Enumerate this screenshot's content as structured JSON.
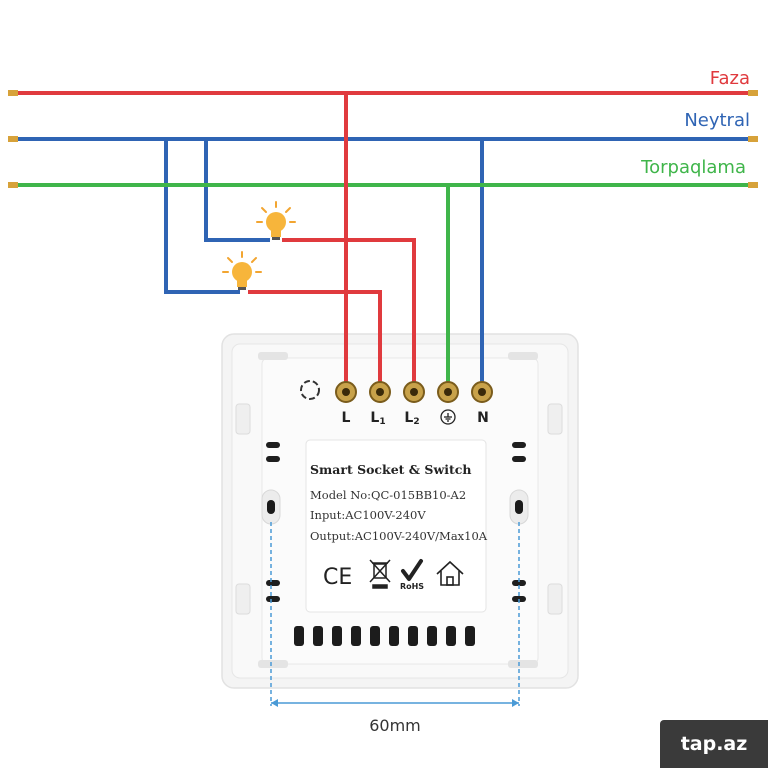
{
  "lines": {
    "phase": {
      "label": "Faza",
      "color": "#e03a3e"
    },
    "neutral": {
      "label": "Neytral",
      "color": "#2f64b4"
    },
    "ground": {
      "label": "Torpaqlama",
      "color": "#3fb54a"
    }
  },
  "terminals": {
    "l": "L",
    "l1": "L",
    "l1_sub": "1",
    "l2": "L",
    "l2_sub": "2",
    "n": "N"
  },
  "device": {
    "title": "Smart Socket & Switch",
    "model": "Model No:QC-015BB10-A2",
    "input": "Input:AC100V-240V",
    "output": "Output:AC100V-240V/Max10A",
    "marks": [
      "CE",
      "RoHS"
    ]
  },
  "dimension": {
    "label": "60mm"
  },
  "icons": [
    "bulb-icon",
    "bulb-icon",
    "ground-symbol-icon",
    "ce-mark-icon",
    "weee-bin-icon",
    "rohs-check-icon",
    "house-icon"
  ],
  "watermark": "tap.az"
}
